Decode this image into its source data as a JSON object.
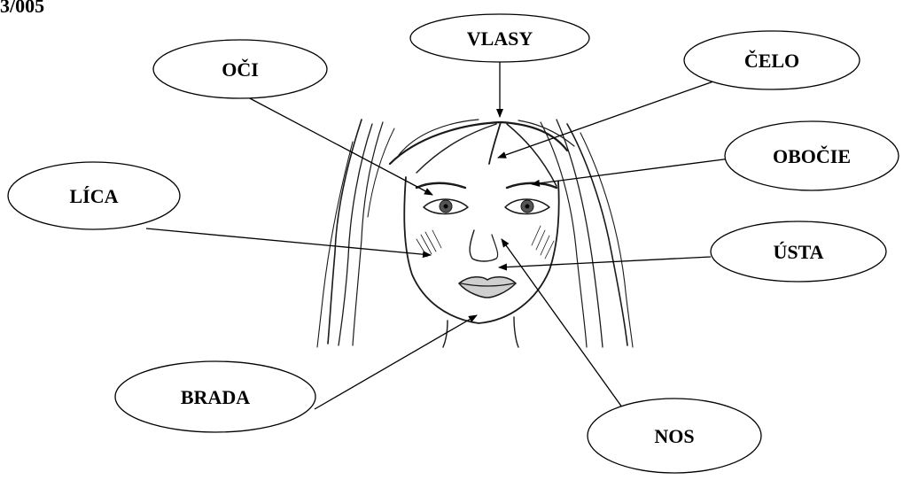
{
  "page_code": "3/005",
  "labels": {
    "vlasy": "VLASY",
    "oci": "OČI",
    "celo": "ČELO",
    "obocie": "OBOČIE",
    "lica": "LÍCA",
    "usta": "ÚSTA",
    "brada": "BRADA",
    "nos": "NOS"
  }
}
